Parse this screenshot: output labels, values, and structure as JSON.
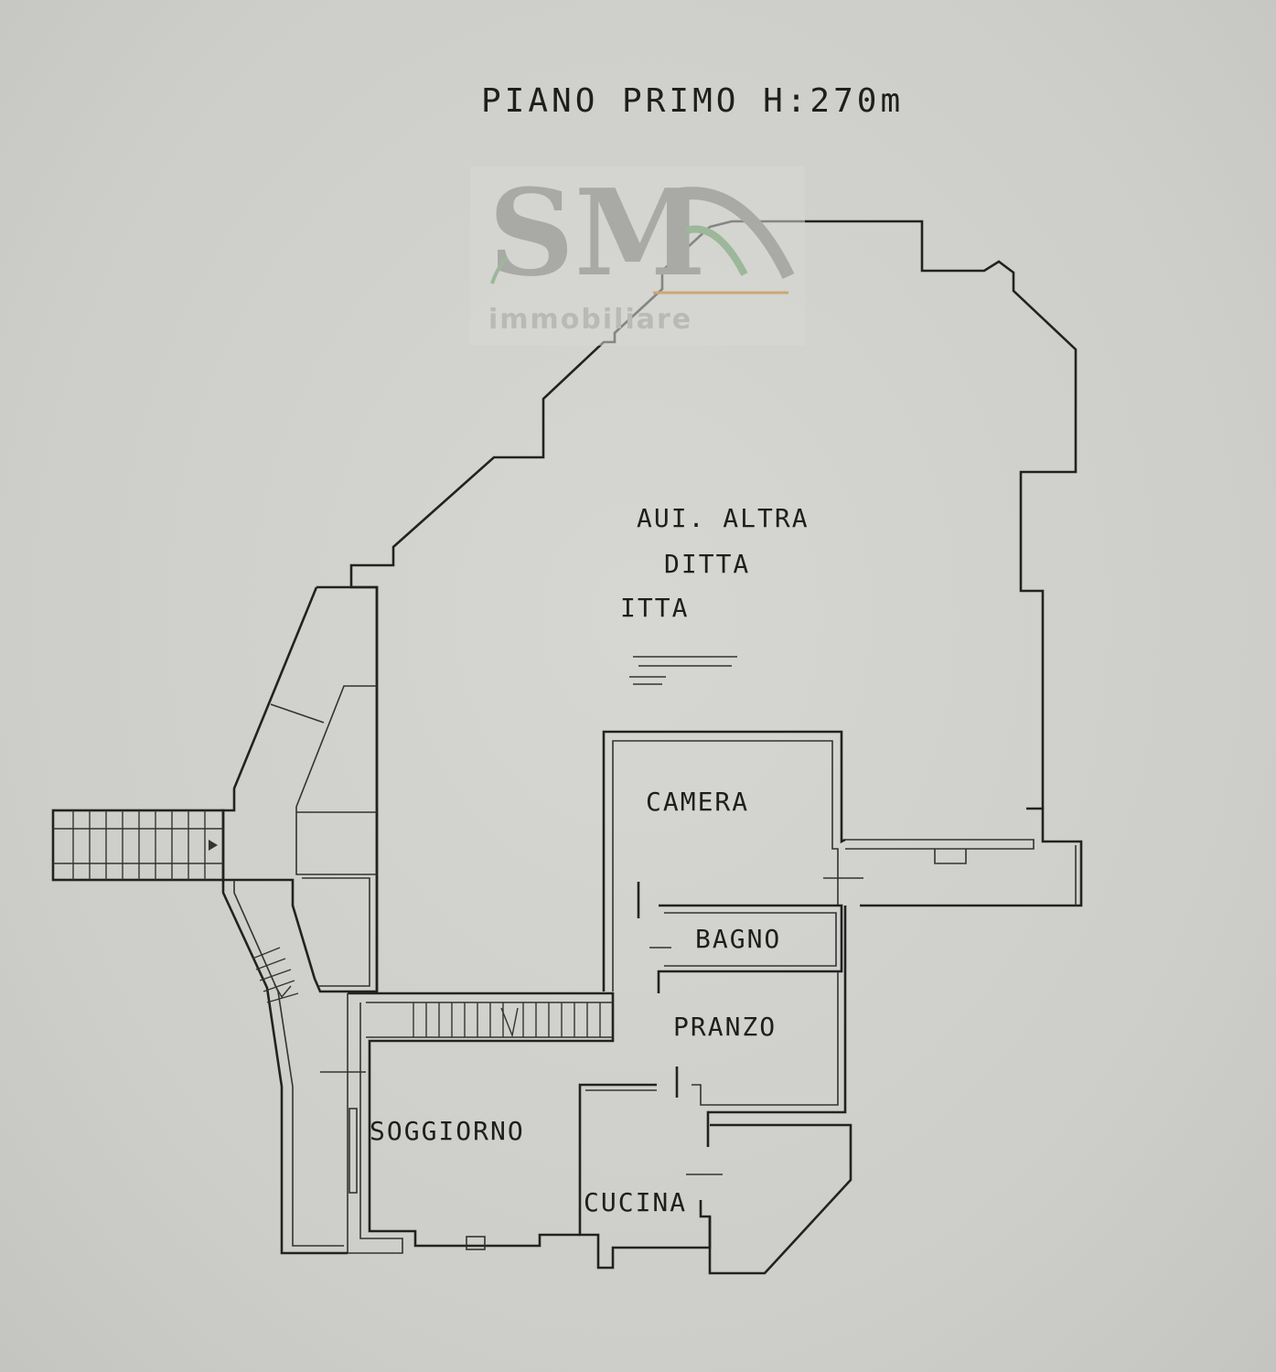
{
  "title": "PIANO  PRIMO H:270m",
  "rooms": {
    "aux_line1": "AUI. ALTRA",
    "aux_line2": "DITTA",
    "aux_line3": "ITTA",
    "camera": "CAMERA",
    "bagno": "BAGNO",
    "pranzo": "PRANZO",
    "soggiorno": "SOGGIORNO",
    "cucina": "CUCINA"
  },
  "watermark": {
    "text": "immobiliare",
    "logo_icon": "sm-logo-icon",
    "colors": {
      "letters": "#a9a9a6",
      "leaf": "#9db79a",
      "line": "#c9a878"
    }
  },
  "colors": {
    "paper": "#cfcfcb",
    "ink": "#222222"
  }
}
